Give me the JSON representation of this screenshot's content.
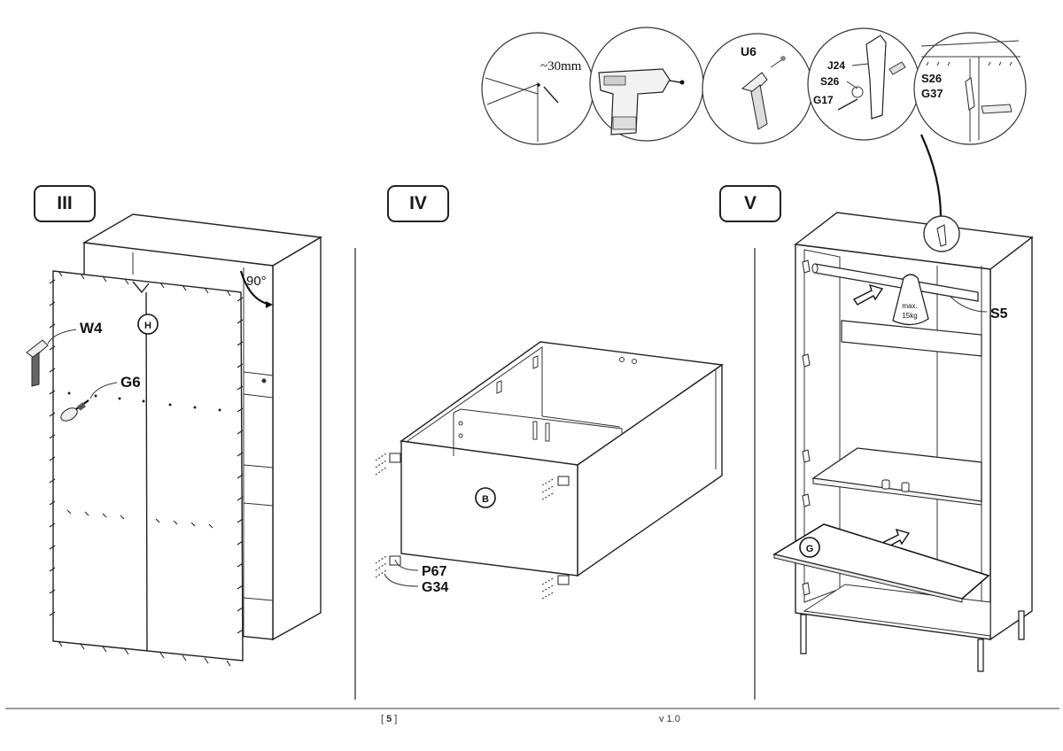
{
  "steps": {
    "iii": {
      "label": "III",
      "labels": {
        "w4": "W4",
        "g6": "G6",
        "panel": "H",
        "angle": "90°"
      }
    },
    "iv": {
      "label": "IV",
      "labels": {
        "panel": "B",
        "p67": "P67",
        "g34": "G34"
      }
    },
    "v": {
      "label": "V",
      "labels": {
        "s5": "S5",
        "max": "max.",
        "weight": "15kg",
        "panel": "G"
      }
    }
  },
  "detail": {
    "distance": "~30mm",
    "u6": "U6",
    "j24": "J24",
    "s26_a": "S26",
    "g17": "G17",
    "s26_b": "S26",
    "g37": "G37"
  },
  "footer": {
    "page_open": "[ ",
    "page": "5",
    "page_close": " ]",
    "version": "v 1.0"
  }
}
